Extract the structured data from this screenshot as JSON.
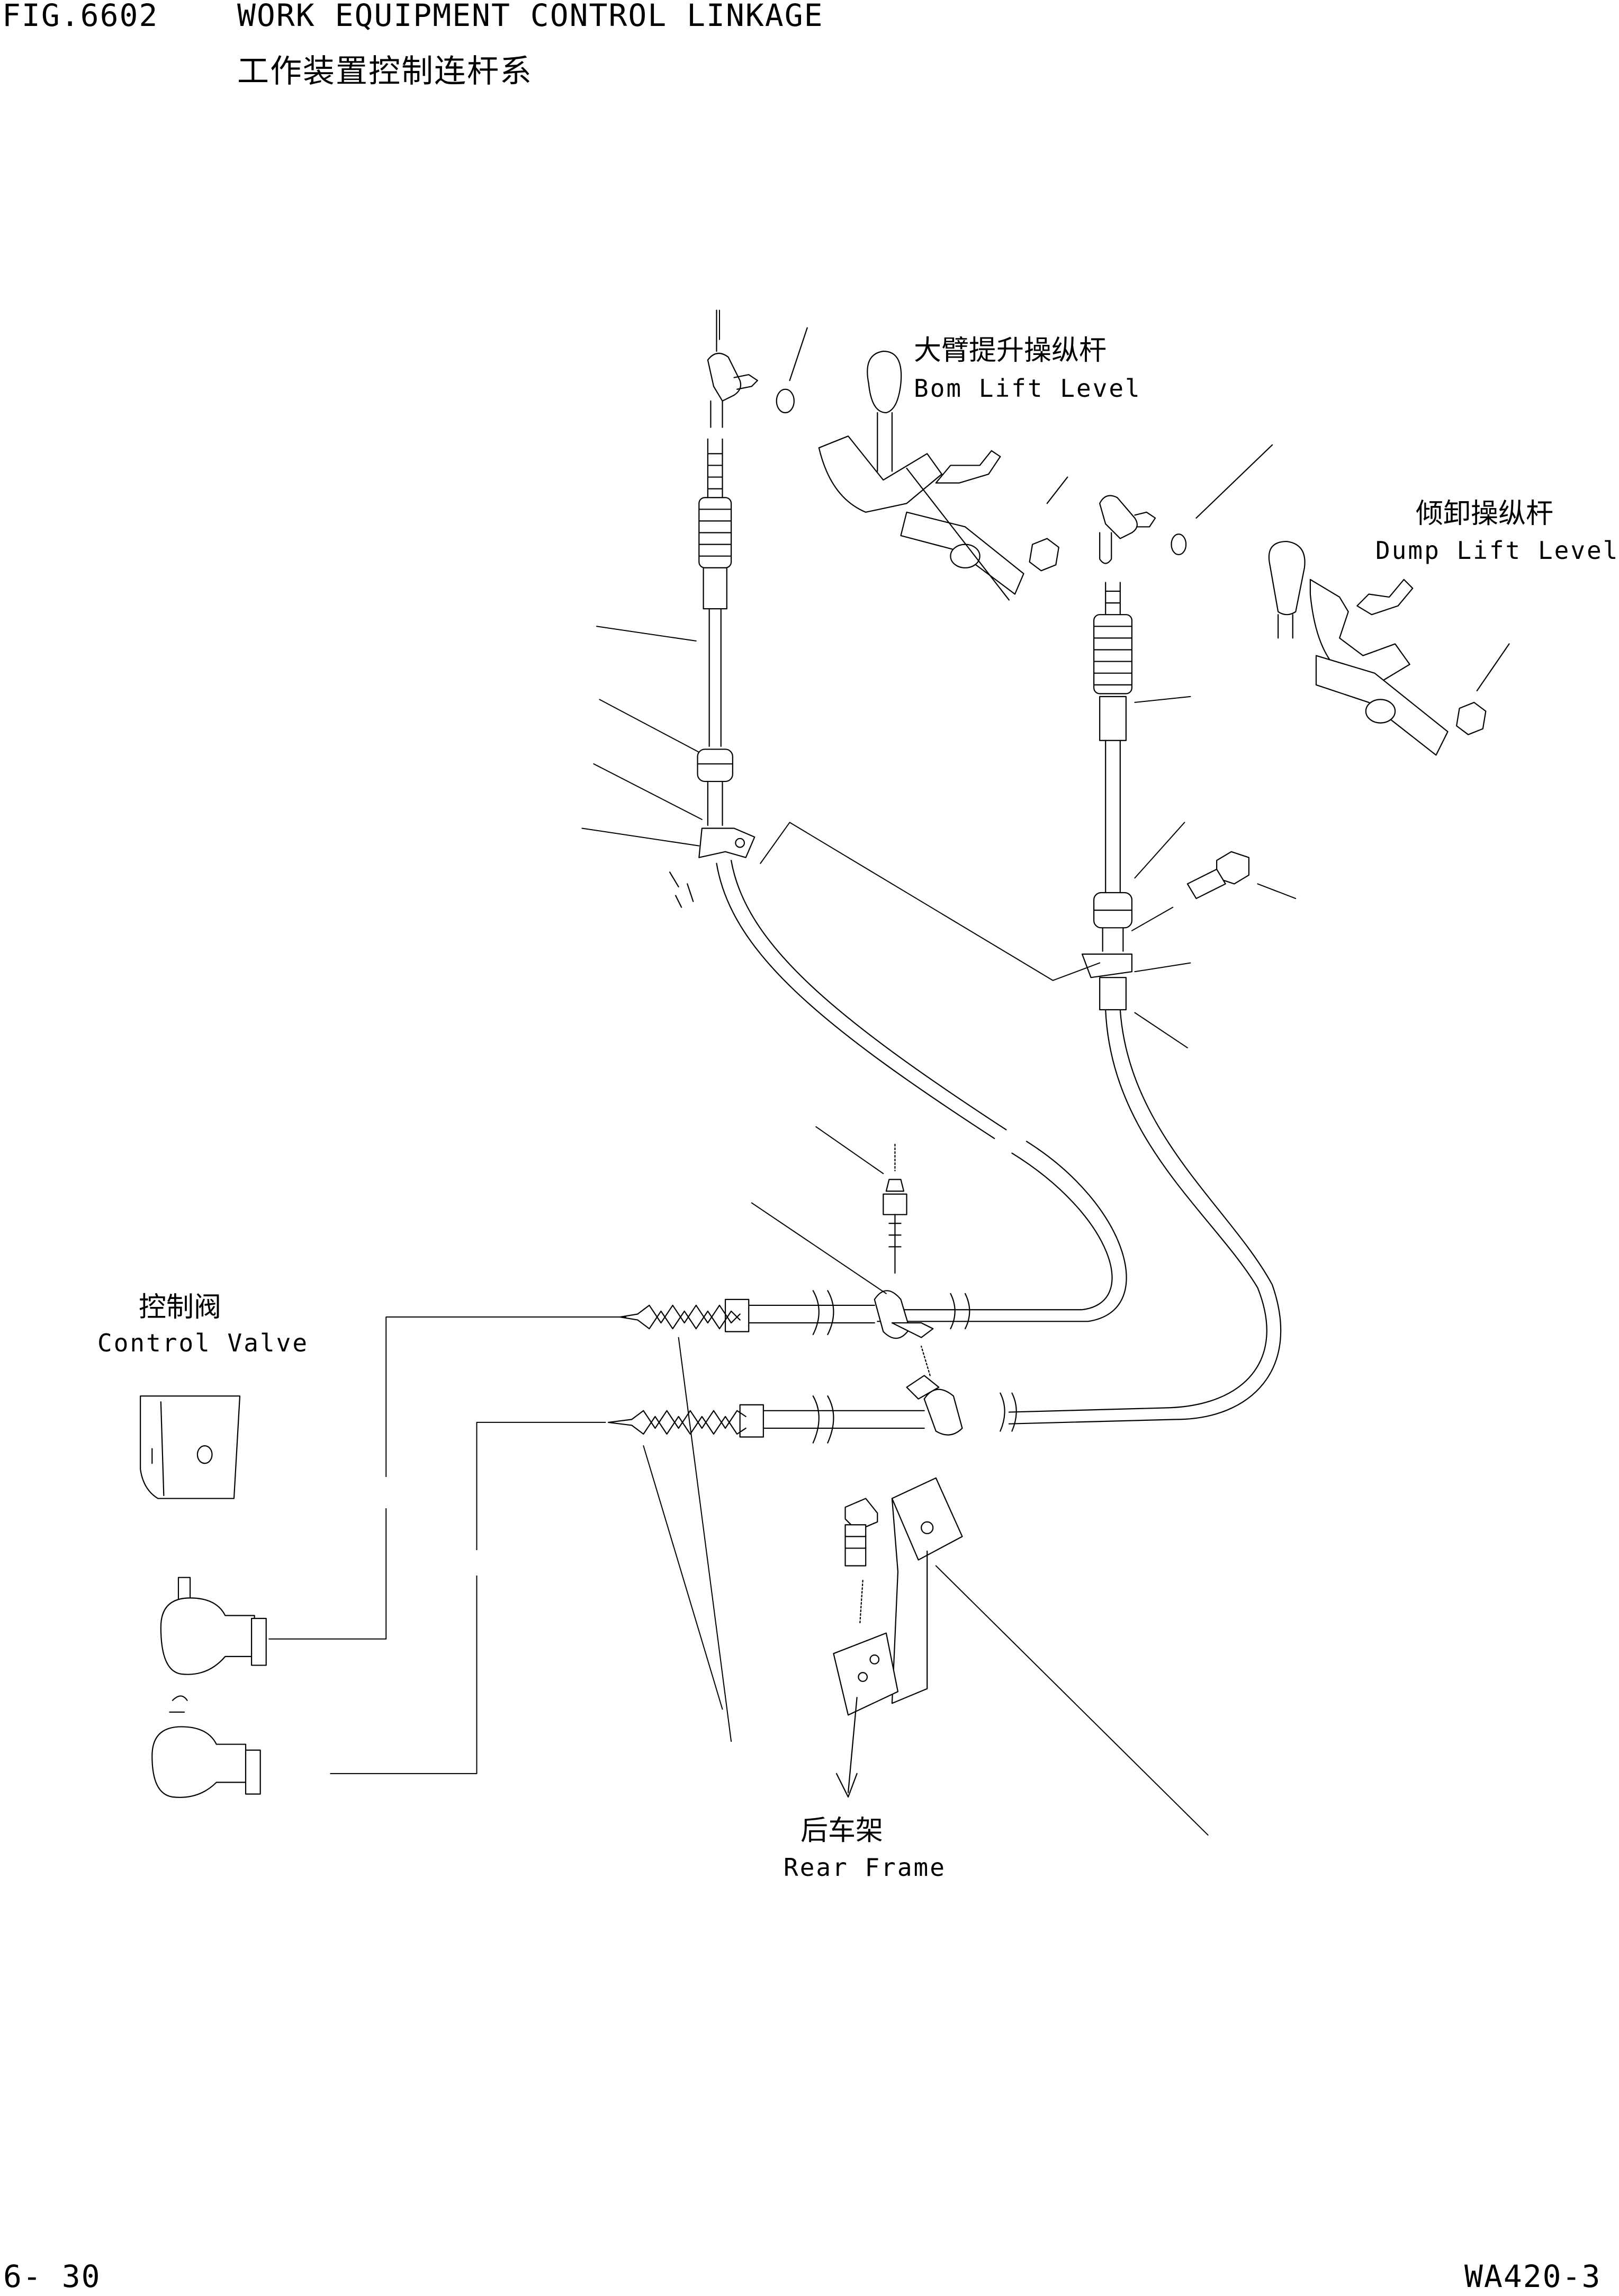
{
  "header": {
    "fig_no": "FIG.6602",
    "title_en": "WORK EQUIPMENT CONTROL LINKAGE",
    "title_cn": "工作装置控制连杆系"
  },
  "labels": {
    "boom_lift_lever": {
      "cn": "大臂提升操纵杆",
      "en": "Bom Lift Level"
    },
    "dump_lift_lever": {
      "cn": "倾卸操纵杆",
      "en": "Dump Lift Level"
    },
    "control_valve": {
      "cn": "控制阀",
      "en": "Control Valve"
    },
    "rear_frame": {
      "cn": "后车架",
      "en": "Rear Frame"
    }
  },
  "footer": {
    "page_no": "6- 30",
    "model": "WA420-3"
  },
  "colors": {
    "ink": "#000000",
    "paper": "#ffffff"
  }
}
